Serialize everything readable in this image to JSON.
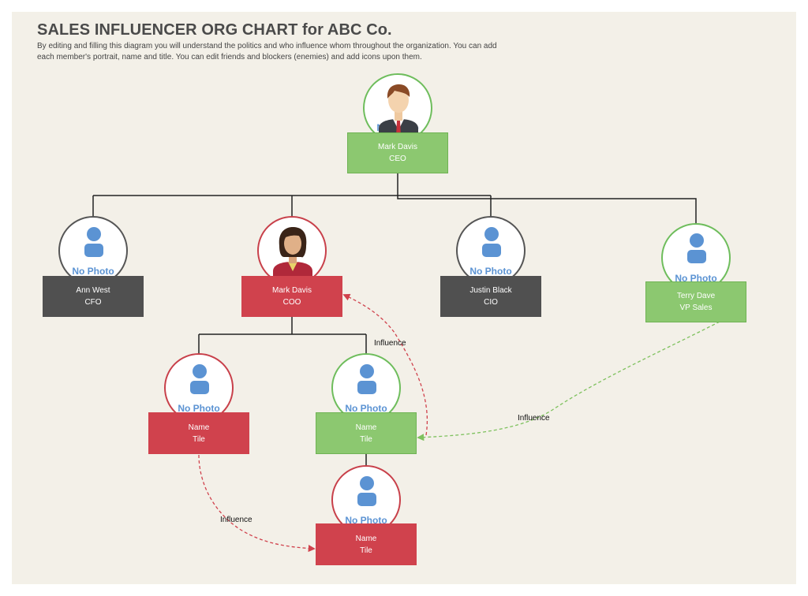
{
  "title": "SALES INFLUENCER ORG CHART for ABC Co.",
  "description": "By editing and filling this diagram you will understand the politics and who influence whom throughout the organization. You can add each member's portrait, name and title. You can edit friends and blockers (enemies) and add icons upon them.",
  "placeholder_text": "No Photo",
  "colors": {
    "ally": "#8cc870",
    "blocker": "#d0424d",
    "neutral": "#505050",
    "background": "#f3f0e8",
    "placeholder": "#5b93d3"
  },
  "nodes": [
    {
      "id": "ceo",
      "name": "Mark Davis",
      "role": "CEO",
      "status": "green",
      "portrait": "male-portrait-icon"
    },
    {
      "id": "cfo",
      "name": "Ann West",
      "role": "CFO",
      "status": "dark",
      "portrait": "user-placeholder-icon"
    },
    {
      "id": "coo",
      "name": "Mark Davis",
      "role": "COO",
      "status": "red",
      "portrait": "female-portrait-icon"
    },
    {
      "id": "cio",
      "name": "Justin Black",
      "role": "CIO",
      "status": "dark",
      "portrait": "user-placeholder-icon"
    },
    {
      "id": "vps",
      "name": "Terry Dave",
      "role": "VP Sales",
      "status": "green",
      "portrait": "user-placeholder-icon"
    },
    {
      "id": "n1",
      "name": "Name",
      "role": "Tile",
      "status": "red",
      "portrait": "user-placeholder-icon"
    },
    {
      "id": "n2",
      "name": "Name",
      "role": "Tile",
      "status": "green",
      "portrait": "user-placeholder-icon"
    },
    {
      "id": "n3",
      "name": "Name",
      "role": "Tile",
      "status": "red",
      "portrait": "user-placeholder-icon"
    }
  ],
  "influence_links": [
    {
      "from": "n2",
      "to": "coo",
      "label": "Influence",
      "color": "#d0424d"
    },
    {
      "from": "vps",
      "to": "n2",
      "label": "Influence",
      "color": "#7ec15e"
    },
    {
      "from": "n1",
      "to": "n3",
      "label": "Influence",
      "color": "#d0424d"
    }
  ]
}
